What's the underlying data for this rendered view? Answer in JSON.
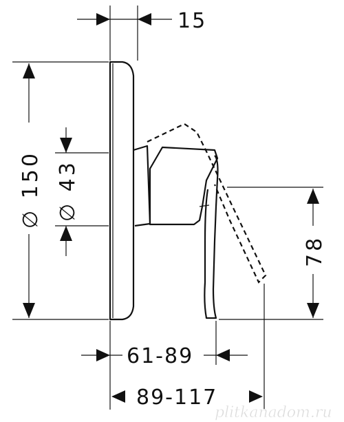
{
  "dimensions": {
    "plate_depth": "15",
    "plate_diameter": "∅ 150",
    "cartridge_diameter": "∅ 43",
    "handle_height": "78",
    "projection_range": "61-89",
    "total_projection_range": "89-117"
  },
  "watermark": "plitkanadom.ru"
}
